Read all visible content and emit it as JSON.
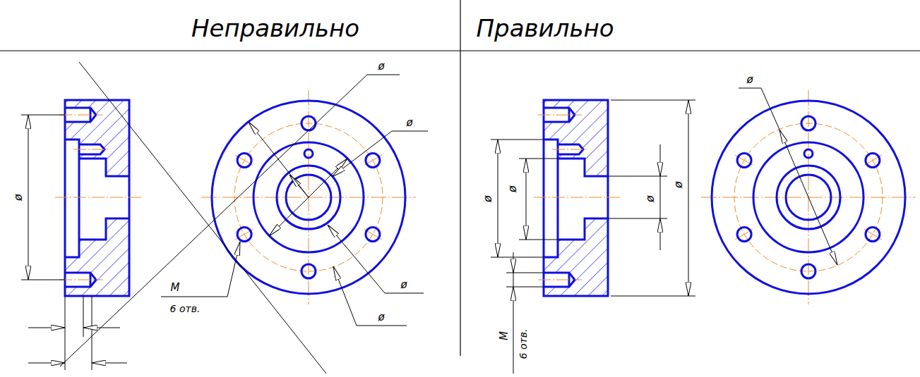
{
  "diagram": {
    "labels": [
      "Неправильно",
      "Правильно",
      "ø",
      "ø",
      "ø",
      "ø",
      "ø",
      "M",
      "6 отв.",
      "ø",
      "ø",
      "ø",
      "ø",
      "ø",
      "M",
      "6 отв."
    ]
  }
}
